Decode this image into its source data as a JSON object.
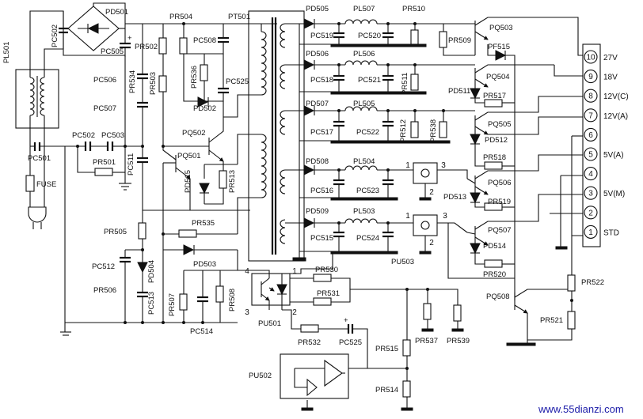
{
  "labels": {
    "pl501": "PL501",
    "pc502a": "PC502",
    "pd501": "PD501",
    "pc505": "PC505",
    "pc501": "PC501",
    "fuse": "FUSE",
    "pc502b": "PC502",
    "pc503": "PC503",
    "pr501": "PR501",
    "pc511": "PC511",
    "pc506": "PC506",
    "pc507": "PC507",
    "pr534": "PR534",
    "pr502": "PR502",
    "pr503": "PR503",
    "pr504": "PR504",
    "pc508": "PC508",
    "pr536": "PR536",
    "pc525a": "PC525",
    "pd502": "PD502",
    "pq502": "PQ502",
    "pq501": "PQ501",
    "pd515": "PD515",
    "pr513": "PR513",
    "pt501": "PT501",
    "pr505": "PR505",
    "pr535": "PR535",
    "pc512": "PC512",
    "pd504": "PD504",
    "pd503": "PD503",
    "pr506": "PR506",
    "pc513": "PC513",
    "pr507": "PR507",
    "pr508": "PR508",
    "pc514": "PC514",
    "pd505": "PD505",
    "pl507": "PL507",
    "pr510": "PR510",
    "pc519": "PC519",
    "pc520": "PC520",
    "pd506": "PD506",
    "pl506": "PL506",
    "pc518": "PC518",
    "pc521": "PC521",
    "pr511": "PR511",
    "pd507": "PD507",
    "pl505": "PL505",
    "pc517": "PC517",
    "pc522": "PC522",
    "pr512": "PR512",
    "pr538": "PR538",
    "pd508": "PD508",
    "pl504": "PL504",
    "pc516": "PC516",
    "pc523": "PC523",
    "pd509": "PD509",
    "pl503": "PL503",
    "pc515": "PC515",
    "pc524": "PC524",
    "pr509": "PR509",
    "pq503": "PQ503",
    "pf515": "PF515",
    "pq504": "PQ504",
    "pd511": "PD511",
    "pr517": "PR517",
    "pq505": "PQ505",
    "pd512": "PD512",
    "pr518": "PR518",
    "pq506": "PQ506",
    "pd513": "PD513",
    "pr519": "PR519",
    "pq507": "PQ507",
    "pd514": "PD514",
    "pr520": "PR520",
    "pu503": "PU503",
    "pu501": "PU501",
    "pr530": "PR530",
    "pr531": "PR531",
    "pr537": "PR537",
    "pr539": "PR539",
    "pr532": "PR532",
    "pc525b": "PC525",
    "pr515": "PR515",
    "pr514": "PR514",
    "pu502": "PU502",
    "pq508": "PQ508",
    "pr521": "PR521",
    "pr522": "PR522"
  },
  "pins": {
    "opto_4": "4",
    "opto_1": "1",
    "opto_3": "3",
    "opto_2": "2",
    "reg1_1": "1",
    "reg1_2": "2",
    "reg1_3": "3",
    "reg2_1": "1",
    "reg2_2": "2",
    "reg2_3": "3"
  },
  "connector": {
    "pins": [
      {
        "num": "10",
        "label": "27V"
      },
      {
        "num": "9",
        "label": "18V"
      },
      {
        "num": "8",
        "label": "12V(C)"
      },
      {
        "num": "7",
        "label": "12V(A)"
      },
      {
        "num": "6",
        "label": ""
      },
      {
        "num": "5",
        "label": "5V(A)"
      },
      {
        "num": "4",
        "label": ""
      },
      {
        "num": "3",
        "label": "5V(M)"
      },
      {
        "num": "2",
        "label": ""
      },
      {
        "num": "1",
        "label": "STD"
      }
    ]
  },
  "watermark": "www.55dianzi.com"
}
